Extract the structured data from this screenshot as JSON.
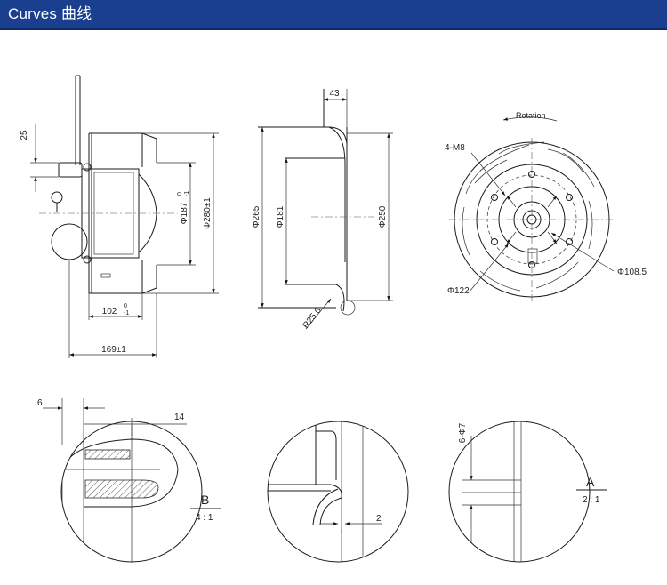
{
  "header": {
    "title": "Curves  曲线",
    "bg_color": "#1a3f8f"
  },
  "side_view": {
    "dim_25": "25",
    "dim_187": "Φ187",
    "dim_187_tol_up": "0",
    "dim_187_tol_dn": "-1",
    "dim_280": "Φ280±1",
    "dim_102": "102",
    "dim_102_tol_up": "0",
    "dim_102_tol_dn": "-1",
    "dim_169": "169±1"
  },
  "inlet_view": {
    "dim_43": "43",
    "dim_265": "Φ265",
    "dim_181": "Φ181",
    "dim_250": "Φ250",
    "dim_r": "R25.6"
  },
  "front_view": {
    "rotation": "Rotation",
    "screw": "4-M8",
    "dim_108": "Φ108.5",
    "dim_122": "Φ122"
  },
  "detail_b": {
    "dim_6": "6",
    "dim_14": "14",
    "label": "B",
    "scale": "4 : 1"
  },
  "detail_mid": {
    "dim_2": "2"
  },
  "detail_a": {
    "holes": "6-Φ7",
    "label": "A",
    "scale": "2 : 1"
  }
}
